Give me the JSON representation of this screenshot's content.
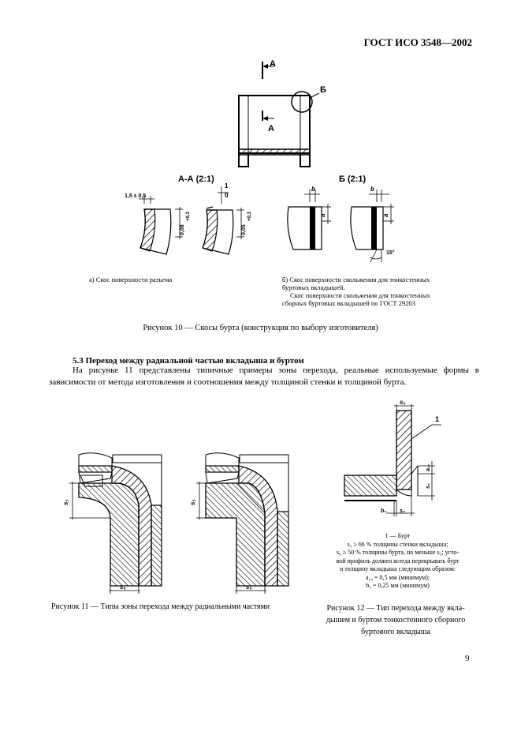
{
  "header": {
    "standard": "ГОСТ ИСО 3548—2002"
  },
  "figure10": {
    "label_section": "А",
    "label_detail": "Б",
    "view_aa": "А-А (2:1)",
    "view_b": "Б (2:1)",
    "dim_chamfer_a": "1,5 ± 0,5",
    "dim_one": "1",
    "dim_zero": "0",
    "dim_tol_1": "0,08",
    "dim_tol_1_sup": "+0,3",
    "dim_tol_2": "0,05",
    "dim_tol_2_sup": "+0,3",
    "dim_b": "b",
    "dim_a": "a",
    "dim_angle": "15°",
    "caption_a": "а) Скос поверхности разъема",
    "caption_b_line1": "б) Скос поверхности скольжения для тонкостенных",
    "caption_b_line2": "буртовых вкладышей.",
    "caption_b_line3": "Скос поверхности скольжения для тонкостенных",
    "caption_b_line4": "сборных буртовых вкладышей по ГОСТ 29203",
    "caption": "Рисунок 10 — Скосы бурта (конструкция по выбору изготовителя)"
  },
  "section": {
    "title": "5.3 Переход между радиальной частью вкладыша и буртом",
    "paragraph": "На рисунке 11 представлены типичные примеры зоны перехода, реальные используемые формы в зависимости от метода изготовления и соотношения между толщиной стенки и толщиной бурта."
  },
  "figure11": {
    "dim_s_left": "s₅",
    "dim_s_bottom": "s₆",
    "caption": "Рисунок 11 — Типы зоны перехода между радиальными частями"
  },
  "figure12": {
    "callout": "1",
    "dim_s6": "s₆",
    "dim_a10": "a₁₀",
    "dim_s5": "s₅",
    "dim_b5": "b₅",
    "legend_line1": "1 — Бурт",
    "legend_line2": "s₅ ≥ 66 %  толщины стенки вкладыша;",
    "legend_line3": "s₆ ≥  50 % толщины бурта, но меньше s₅; угло-",
    "legend_line4": "вой профиль должен всегда перекрывать бурт",
    "legend_line5": "и толщину вкладыша следующим образом:",
    "legend_line6": "a₁₀ = 0,5 мм (минимум);",
    "legend_line7": "b₅ = 0,25 мм (минимум)",
    "caption_line1": "Рисунок 12 — Тип перехода между вкла-",
    "caption_line2": "дышем и буртом тонкостенного сборного",
    "caption_line3": "буртового вкладыша"
  },
  "page": {
    "number": "9"
  }
}
